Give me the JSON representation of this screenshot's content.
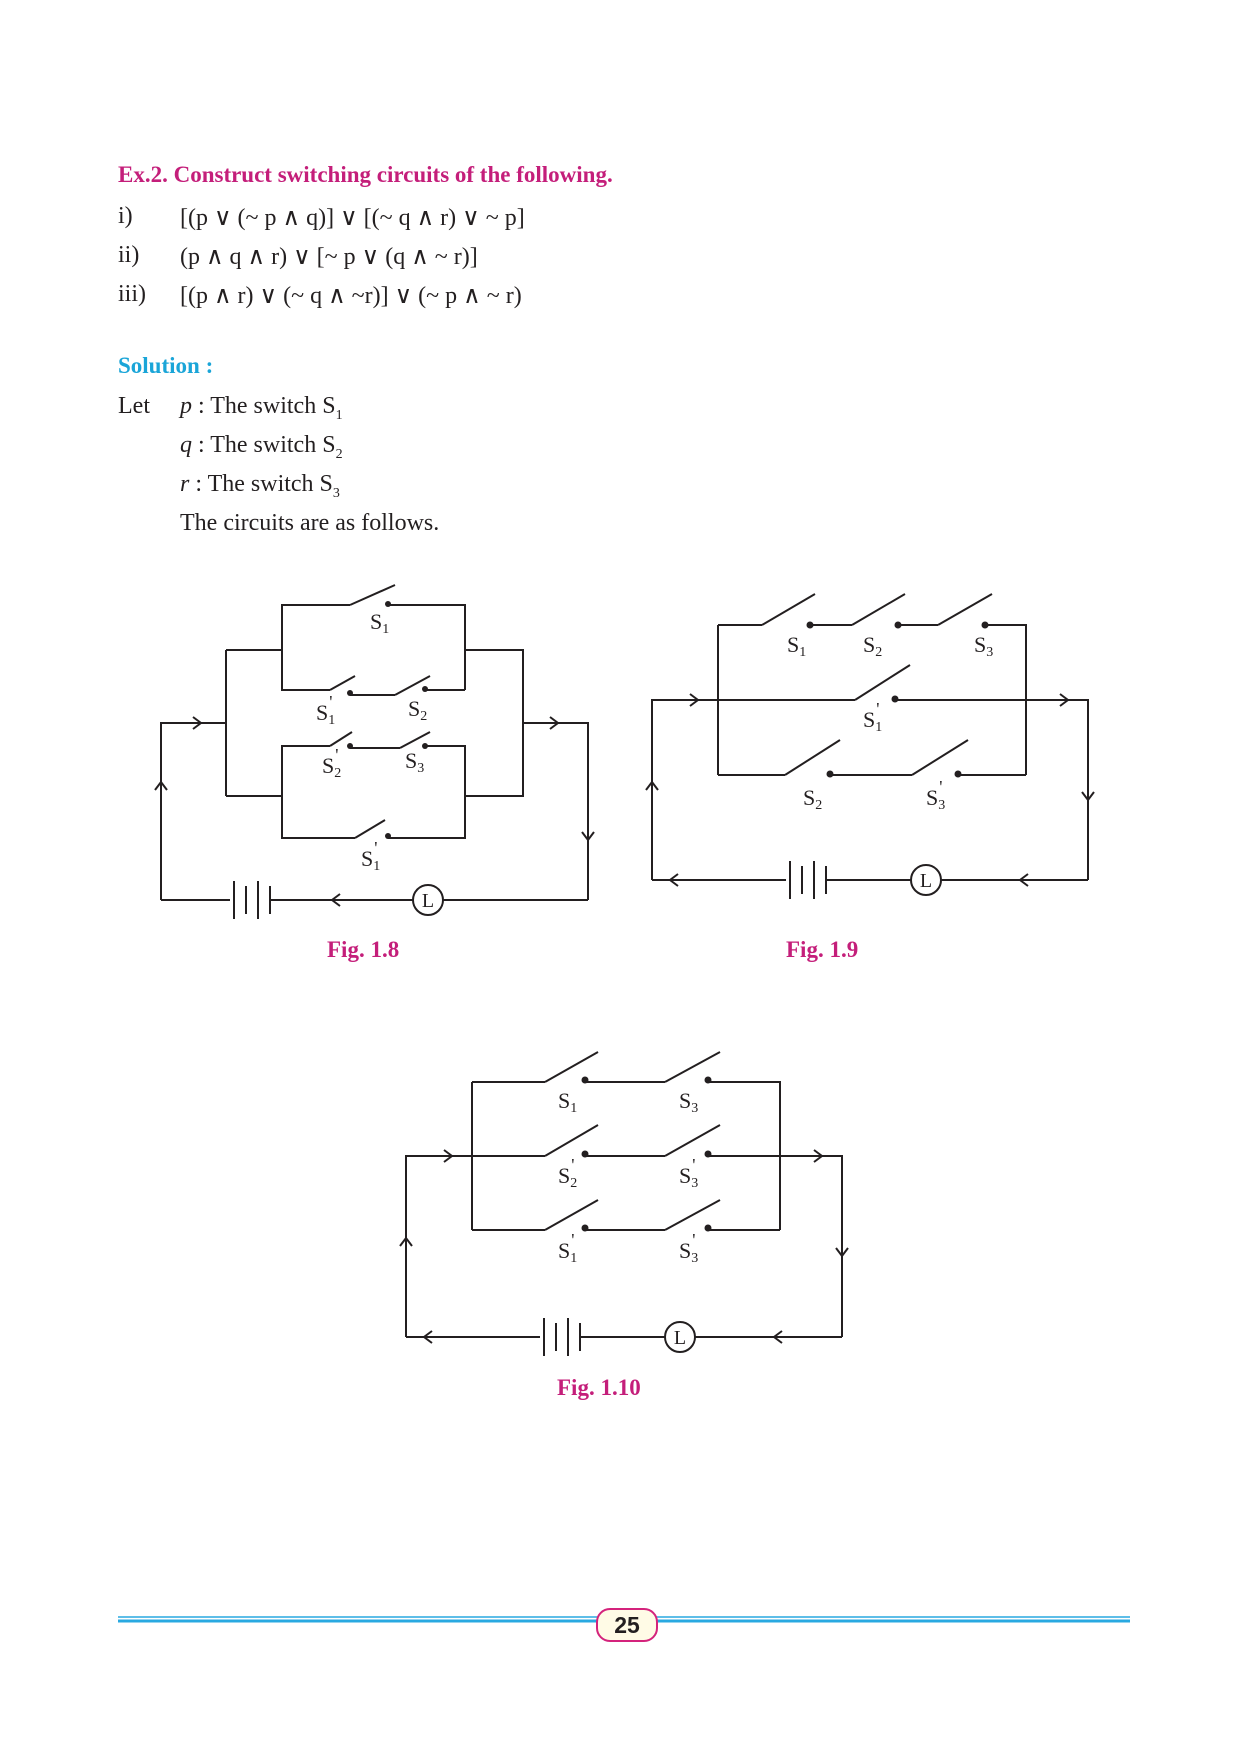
{
  "colors": {
    "heading": "#c41e7a",
    "solution": "#1aa5d8",
    "text": "#231f20",
    "rule": "#29a9e1",
    "page_num_border": "#d4237c"
  },
  "exercise": {
    "title": "Ex.2. Construct switching circuits of the following.",
    "items": [
      {
        "label": "i)",
        "expr": "[(p ∨ (~ p ∧ q)] ∨ [(~ q ∧ r) ∨ ~ p]"
      },
      {
        "label": "ii)",
        "expr": "(p ∧ q ∧ r) ∨ [~ p ∨ (q ∧ ~ r)]"
      },
      {
        "label": "iii)",
        "expr": "[(p ∧ r) ∨ (~ q ∧ ~r)] ∨ (~ p ∧ ~ r)"
      }
    ]
  },
  "solution": {
    "heading": "Solution :",
    "let": "Let",
    "defs": [
      {
        "var": "p",
        "text": " : The switch S",
        "sub": "1"
      },
      {
        "var": "q",
        "text": " : The switch S",
        "sub": "2"
      },
      {
        "var": "r",
        "text": " : The switch S",
        "sub": "3"
      }
    ],
    "closing": "The circuits are as follows."
  },
  "figures": {
    "fig18": {
      "caption": "Fig. 1.8",
      "switches": [
        {
          "name": "S",
          "sub": "1",
          "prime": ""
        },
        {
          "name": "S",
          "sub": "1",
          "prime": "'"
        },
        {
          "name": "S",
          "sub": "2",
          "prime": ""
        },
        {
          "name": "S",
          "sub": "2",
          "prime": "'"
        },
        {
          "name": "S",
          "sub": "3",
          "prime": ""
        },
        {
          "name": "S",
          "sub": "1",
          "prime": "'"
        }
      ],
      "lamp": "L"
    },
    "fig19": {
      "caption": "Fig. 1.9",
      "switches": [
        {
          "name": "S",
          "sub": "1",
          "prime": ""
        },
        {
          "name": "S",
          "sub": "2",
          "prime": ""
        },
        {
          "name": "S",
          "sub": "3",
          "prime": ""
        },
        {
          "name": "S",
          "sub": "1",
          "prime": "'"
        },
        {
          "name": "S",
          "sub": "2",
          "prime": ""
        },
        {
          "name": "S",
          "sub": "3",
          "prime": "'"
        }
      ],
      "lamp": "L"
    },
    "fig110": {
      "caption": "Fig.  1.10",
      "switches": [
        {
          "name": "S",
          "sub": "1",
          "prime": ""
        },
        {
          "name": "S",
          "sub": "3",
          "prime": ""
        },
        {
          "name": "S",
          "sub": "2",
          "prime": "'"
        },
        {
          "name": "S",
          "sub": "3",
          "prime": "'"
        },
        {
          "name": "S",
          "sub": "1",
          "prime": "'"
        },
        {
          "name": "S",
          "sub": "3",
          "prime": "'"
        }
      ],
      "lamp": "L"
    }
  },
  "page_number": "25"
}
